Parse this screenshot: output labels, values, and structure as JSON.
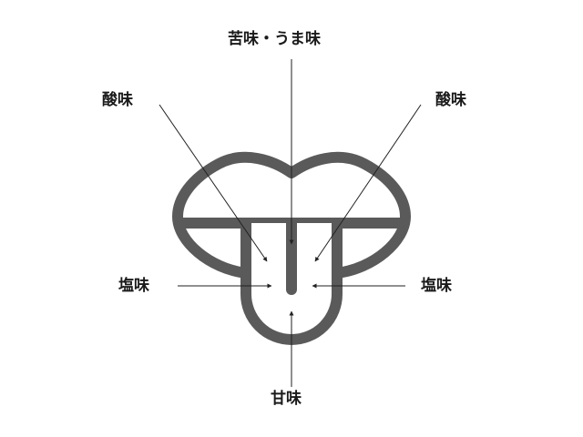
{
  "labels": {
    "top": "苦味・うま味",
    "sour_left": "酸味",
    "sour_right": "酸味",
    "salt_left": "塩味",
    "salt_right": "塩味",
    "sweet": "甘味"
  },
  "colors": {
    "outline": "#5a5a5a",
    "pointer": "#222222",
    "text": "#1a1a1a",
    "background": "#ffffff"
  }
}
